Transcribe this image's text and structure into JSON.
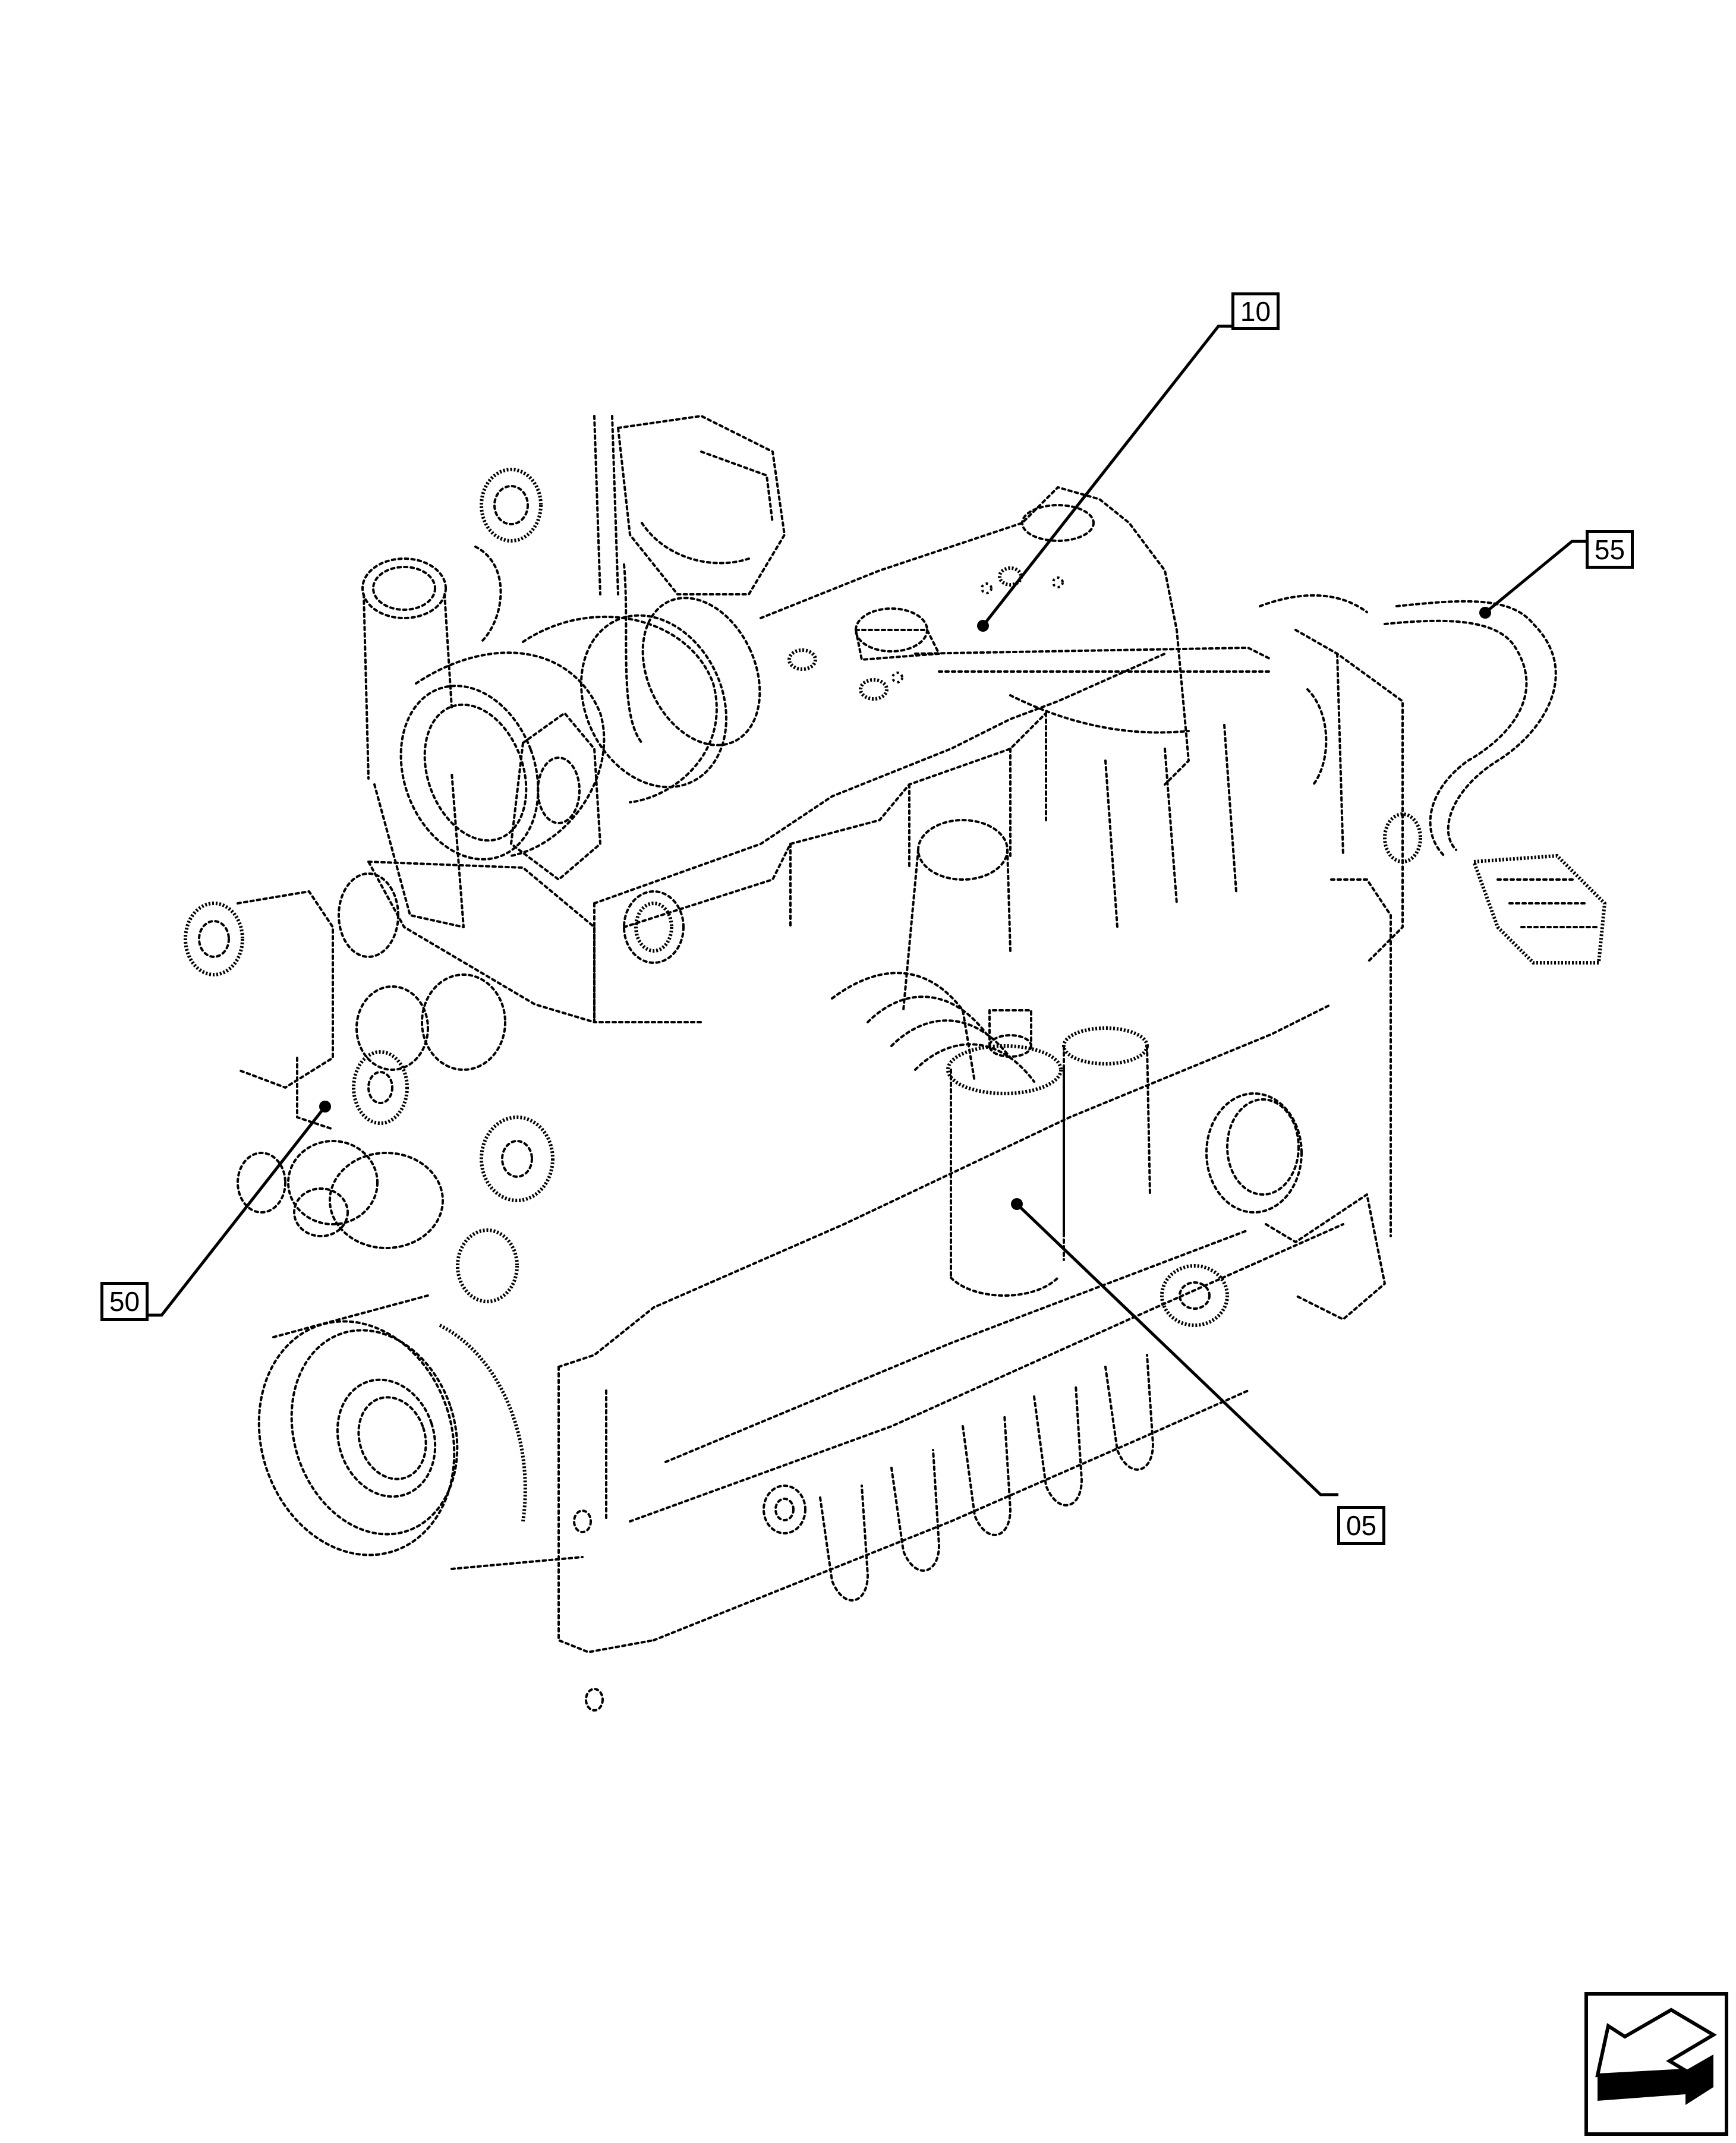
{
  "diagram": {
    "type": "exploded-parts-illustration",
    "subject": "engine assembly (isometric dotted line drawing)",
    "line_color": "#000000",
    "background": "#ffffff"
  },
  "callouts": [
    {
      "id": "10",
      "label": "10",
      "target": "cylinder head / valve cover"
    },
    {
      "id": "55",
      "label": "55",
      "target": "wiring harness"
    },
    {
      "id": "50",
      "label": "50",
      "target": "front timing cover bracket"
    },
    {
      "id": "05",
      "label": "05",
      "target": "fuel filter"
    }
  ],
  "navigation": {
    "icon": "previous-view-arrow-icon"
  }
}
